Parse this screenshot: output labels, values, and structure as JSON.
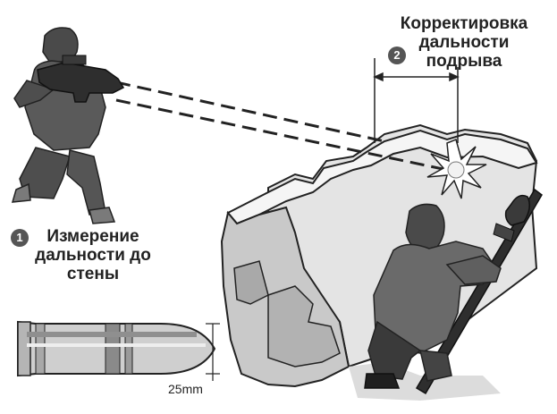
{
  "step1": {
    "number": "1",
    "text_lines": [
      "Измерение",
      "дальности до",
      "стены"
    ]
  },
  "step2": {
    "number": "2",
    "text_lines": [
      "Корректировка",
      "дальности",
      "подрыва"
    ]
  },
  "ammo": {
    "dimension": "25mm"
  },
  "colors": {
    "figure": "#5a5a5a",
    "figure_dark": "#2e2e2e",
    "wall_front": "#c9c9c9",
    "wall_top": "#ececec",
    "wall_shadow": "#9a9a9a",
    "badge": "#555555"
  },
  "icons": [
    "soldier-rangefinder",
    "insurgent-rpg",
    "ruined-wall",
    "airburst-flash",
    "25mm-round"
  ]
}
